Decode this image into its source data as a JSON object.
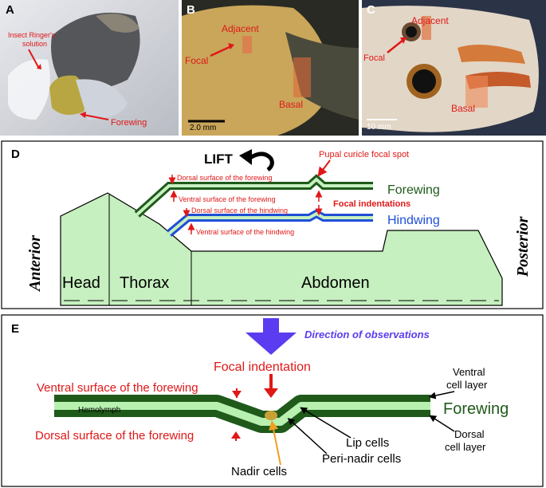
{
  "panels": {
    "A": {
      "letter": "A",
      "labels": {
        "solution": [
          "Insect Ringer's",
          "solution"
        ],
        "forewing": "Forewing"
      }
    },
    "B": {
      "letter": "B",
      "labels": {
        "adjacent": "Adjacent",
        "focal": "Focal",
        "basal": "Basal"
      },
      "scale_bar": "2.0 mm"
    },
    "C": {
      "letter": "C",
      "labels": {
        "adjacent": "Adjacent",
        "focal": "Focal",
        "basal": "Basal"
      },
      "scale_bar": "10 mm"
    },
    "D": {
      "letter": "D",
      "lift": "LIFT",
      "anterior": "Anterior",
      "posterior": "Posterior",
      "head": "Head",
      "thorax": "Thorax",
      "abdomen": "Abdomen",
      "forewing": "Forewing",
      "hindwing": "Hindwing",
      "pupal_spot": "Pupal curicle focal spot",
      "focal_indentations": "Focal indentations",
      "dorsal_forewing": "Dorsal surface of the forewing",
      "ventral_forewing": "Ventral surface of the forewing",
      "dorsal_hindwing": "Dorsal surface of the hindwing",
      "ventral_hindwing": "Ventral surface of the hindwing"
    },
    "E": {
      "letter": "E",
      "direction": "Direction of observations",
      "focal_indentation": "Focal indentation",
      "ventral_forewing": "Ventral surface of the forewing",
      "dorsal_forewing": "Dorsal surface of the forewing",
      "hemolymph": "Hemolymph",
      "forewing": "Forewing",
      "ventral_cell_layer": [
        "Ventral",
        "cell layer"
      ],
      "dorsal_cell_layer": [
        "Dorsal",
        "cell layer"
      ],
      "lip_cells": "Lip cells",
      "peri_nadir_cells": "Peri-nadir cells",
      "nadir_cells": "Nadir cells"
    }
  },
  "colors": {
    "label_red": "#e01818",
    "forewing_green": "#1f5a1a",
    "hindwing_blue": "#1f4fd6",
    "body_fill": "#c6f0bf",
    "hemolymph_fill": "#b8f0b0",
    "direction_purple": "#5b3cf0",
    "nadir_arrow": "#f0a020"
  }
}
